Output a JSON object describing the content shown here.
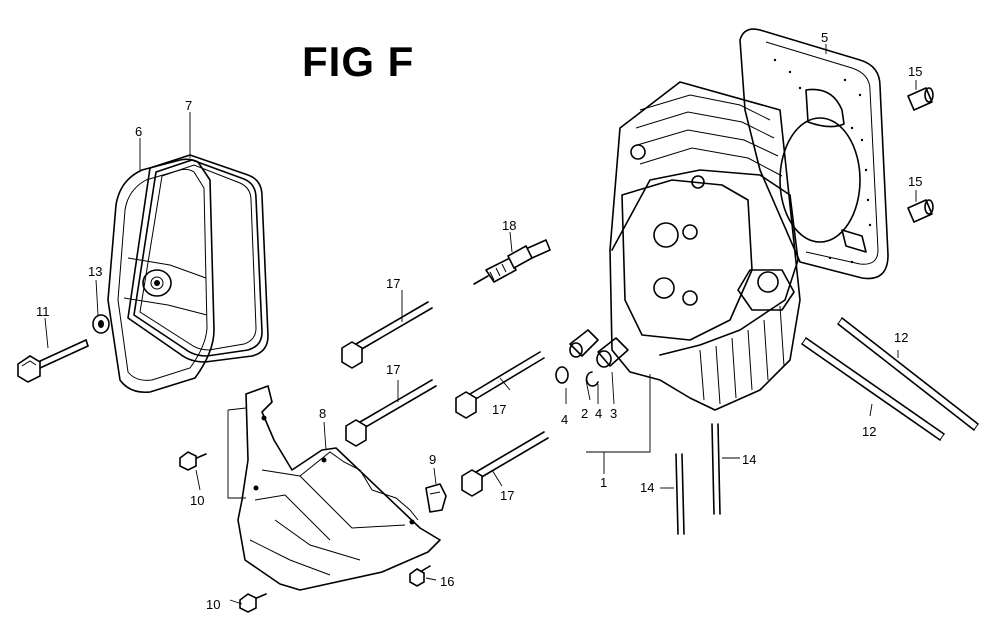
{
  "title": "FIG F",
  "callouts": {
    "c1": "1",
    "c2": "2",
    "c3": "3",
    "c4a": "4",
    "c4b": "4",
    "c5": "5",
    "c6": "6",
    "c7": "7",
    "c8": "8",
    "c9": "9",
    "c10a": "10",
    "c10b": "10",
    "c11": "11",
    "c12a": "12",
    "c12b": "12",
    "c13": "13",
    "c14a": "14",
    "c14b": "14",
    "c15a": "15",
    "c15b": "15",
    "c16": "16",
    "c17a": "17",
    "c17b": "17",
    "c17c": "17",
    "c17d": "17",
    "c18": "18"
  }
}
